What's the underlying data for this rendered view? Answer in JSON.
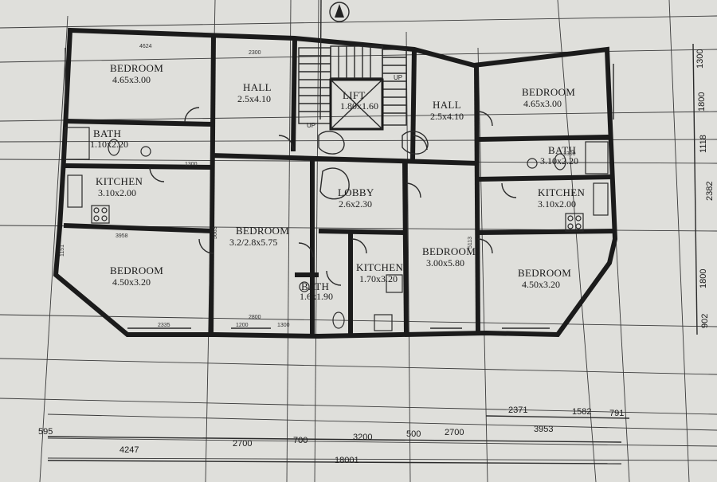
{
  "rooms": {
    "bedroom_tl": {
      "name": "BEDROOM",
      "dims": "4.65x3.00"
    },
    "hall_l": {
      "name": "HALL",
      "dims": "2.5x4.10"
    },
    "lift": {
      "name": "LIFT",
      "dims": "1.80x1.60"
    },
    "hall_r": {
      "name": "HALL",
      "dims": "2.5x4.10"
    },
    "bedroom_tr": {
      "name": "BEDROOM",
      "dims": "4.65x3.00"
    },
    "bath_l": {
      "name": "BATH",
      "dims": "1.10x2.20"
    },
    "kitchen_l": {
      "name": "KITCHEN",
      "dims": "3.10x2.00"
    },
    "bedroom_ml": {
      "name": "BEDROOM",
      "dims": "3.2/2.8x5.75"
    },
    "lobby": {
      "name": "LOBBY",
      "dims": "2.6x2.30"
    },
    "bath_r": {
      "name": "BATH",
      "dims": "3.10x2.20"
    },
    "kitchen_r": {
      "name": "KITCHEN",
      "dims": "3.10x2.00"
    },
    "bedroom_bl": {
      "name": "BEDROOM",
      "dims": "4.50x3.20"
    },
    "kitchen_c": {
      "name": "KITCHEN",
      "dims": "1.70x3.20"
    },
    "bath_c": {
      "name": "BATH",
      "dims": "1.6x1.90"
    },
    "bedroom_mr": {
      "name": "BEDROOM",
      "dims": "3.00x5.80"
    },
    "bedroom_br": {
      "name": "BEDROOM",
      "dims": "4.50x3.20"
    }
  },
  "stair_labels": {
    "up_left": "UP",
    "up_right": "UP"
  },
  "dims_bottom": {
    "d1": "595",
    "d2": "4247",
    "d3": "2700",
    "d4": "700",
    "d5": "3200",
    "d6": "500",
    "d7": "2700",
    "d8": "3953",
    "total": "18001"
  },
  "dims_bottom_right": {
    "a": "2371",
    "b": "1582",
    "c": "791"
  },
  "dims_right": {
    "r1": "1300",
    "r2": "1800",
    "r3": "1118",
    "r4": "2382",
    "r5": "1800",
    "r6": "902"
  },
  "dims_interior": {
    "i1": "4624",
    "i2": "2300",
    "i3": "1300",
    "i4": "3958",
    "i5": "5663",
    "i6": "2335",
    "i7": "2800",
    "i8": "1300",
    "i9": "1200",
    "i10": "5113",
    "i11": "1151",
    "i12": "1300"
  }
}
